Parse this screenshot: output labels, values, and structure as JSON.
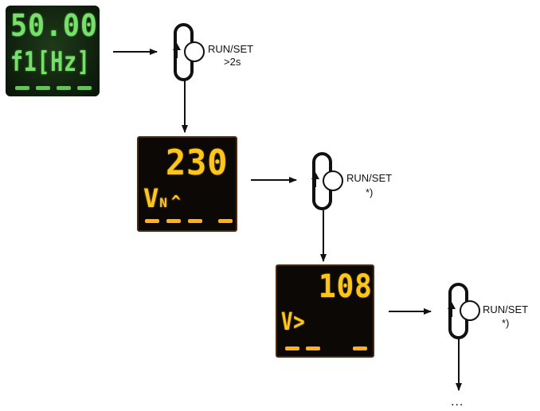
{
  "step1": {
    "display": {
      "value": "50.00",
      "label": "f1[Hz]",
      "color": "#77e06a"
    },
    "button": {
      "label": "RUN/SET",
      "condition": ">2s"
    }
  },
  "step2": {
    "display": {
      "value": "230",
      "label": "V",
      "label_sub": "N",
      "label_mark": "^",
      "color": "#ffc61a"
    },
    "button": {
      "label": "RUN/SET",
      "condition": "*)"
    }
  },
  "step3": {
    "display": {
      "value": "108",
      "label": "V>",
      "color": "#ffc61a"
    },
    "button": {
      "label": "RUN/SET",
      "condition": "*)"
    }
  },
  "continuation": "..."
}
